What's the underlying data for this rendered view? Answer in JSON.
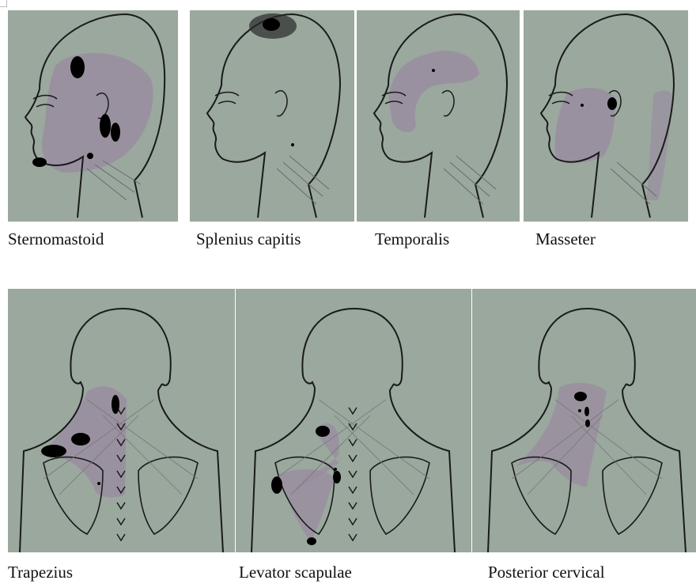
{
  "figure": {
    "top_row": [
      {
        "id": "sternomastoid",
        "label": "Sternomastoid"
      },
      {
        "id": "splenius-capitis",
        "label": "Splenius capitis"
      },
      {
        "id": "temporalis",
        "label": "Temporalis"
      },
      {
        "id": "masseter",
        "label": "Masseter"
      }
    ],
    "bottom_row": [
      {
        "id": "trapezius",
        "label": "Trapezius"
      },
      {
        "id": "levator-scapulae",
        "label": "Levator scapulae"
      },
      {
        "id": "posterior-cervical",
        "label": "Posterior cervical"
      }
    ]
  },
  "colors": {
    "background": "#9aa89e",
    "ink": "#1a1a1a",
    "pain_zone": "#9a8aa0",
    "spot": "#000000"
  }
}
